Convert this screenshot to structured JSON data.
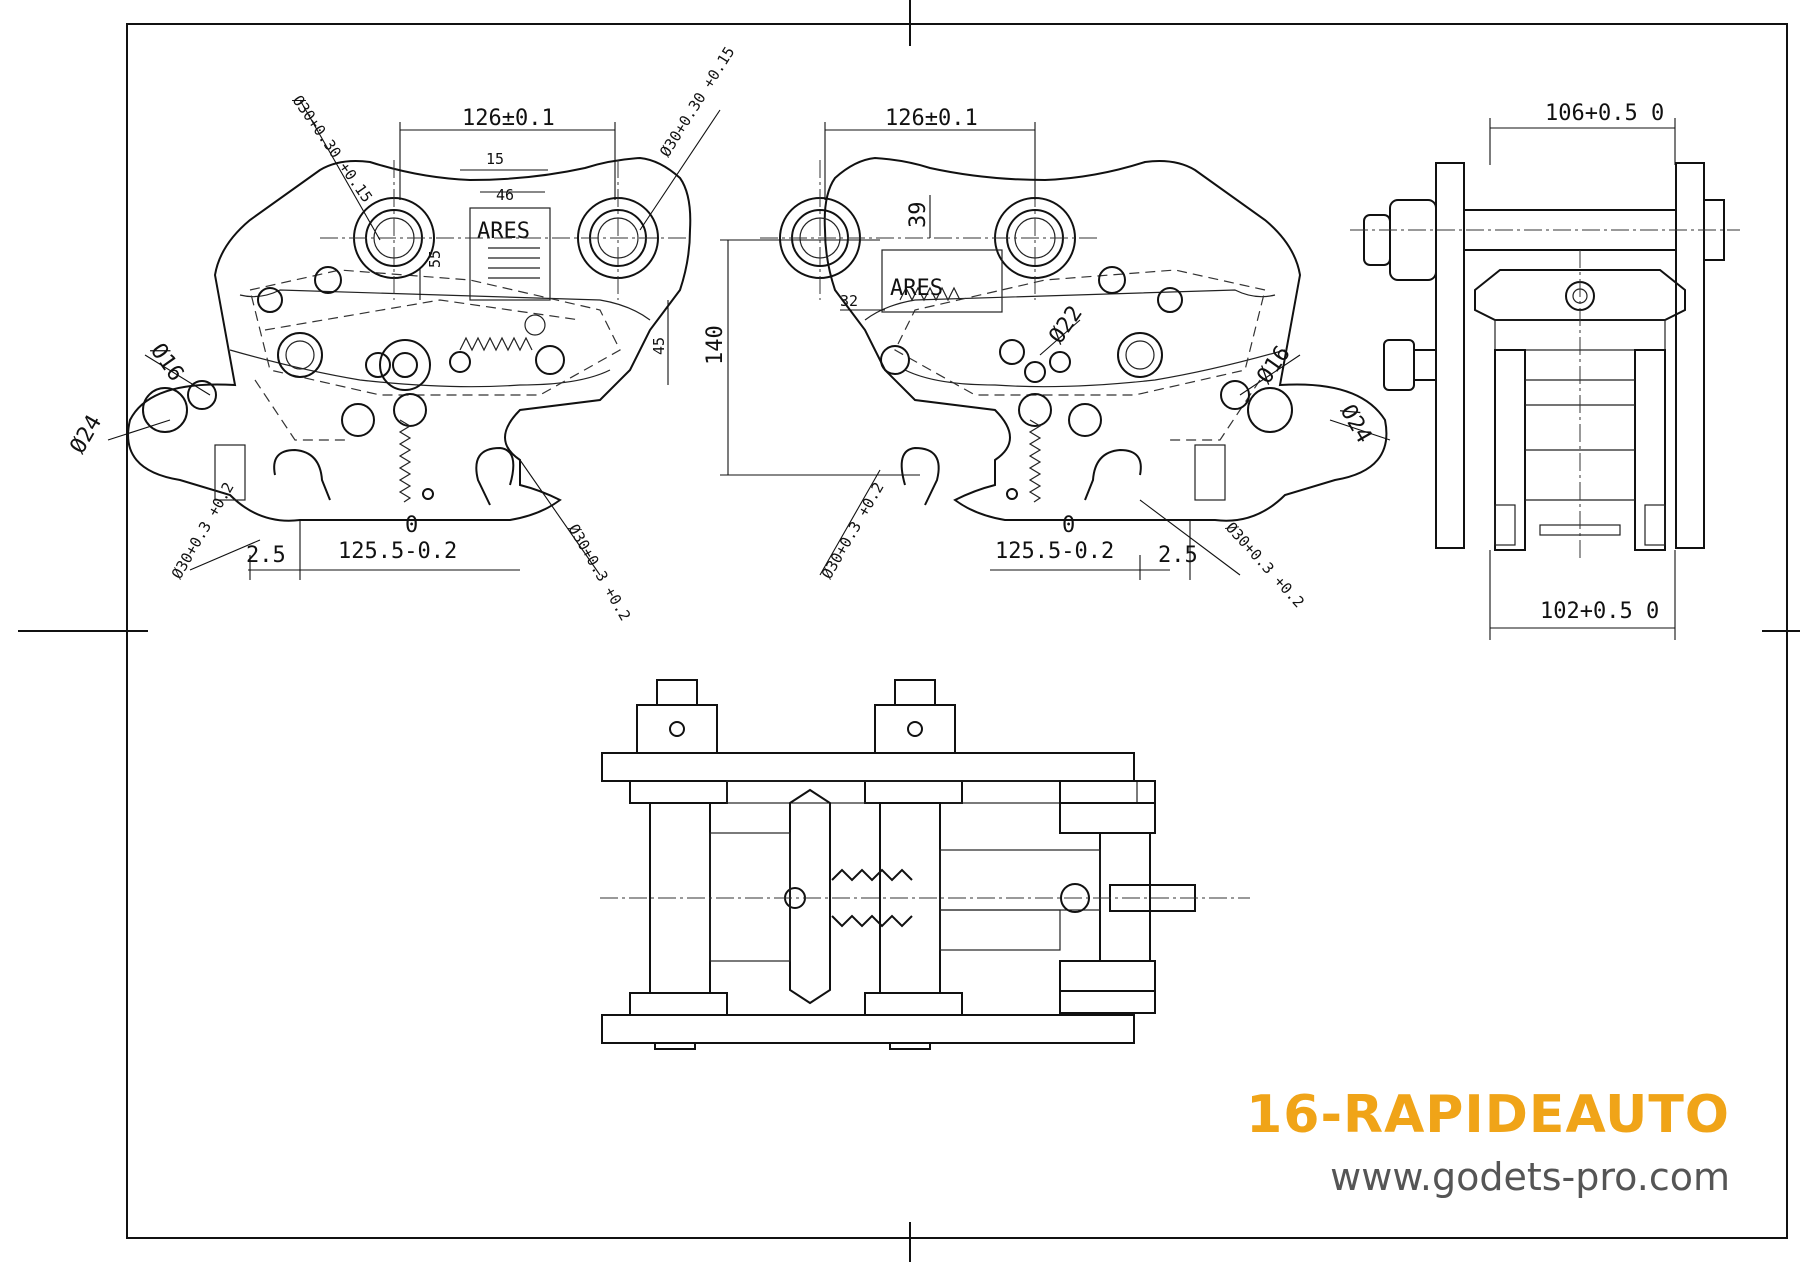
{
  "brand": {
    "name": "16-RAPIDEAUTO",
    "url": "www.godets-pro.com",
    "accent_color": "#f0a418"
  },
  "plate_logo": "ARES",
  "views": {
    "left_side": {
      "pin_spacing": "126±0.1",
      "pin_left_dia": "Ø30+0.30 +0.15",
      "pin_right_dia": "Ø30+0.30 +0.15",
      "dim_15": "15",
      "dim_46": "46",
      "dim_55": "55",
      "dim_45": "45",
      "hole_dia_16": "Ø16",
      "hole_dia_24": "Ø24",
      "hook_left_dia": "Ø30+0.3 +0.2",
      "hook_right_dia": "Ø30+0.3 +0.2",
      "dim_2_5": "2.5",
      "dim_125_5": "125.5-0.2",
      "dim_zero": "0"
    },
    "right_side": {
      "pin_spacing": "126±0.1",
      "dim_39": "39",
      "dim_140": "140",
      "dim_32": "32",
      "hole_dia_22": "Ø22",
      "hole_dia_16": "Ø16",
      "hole_dia_24": "Ø24",
      "hook_left_dia": "Ø30+0.3 +0.2",
      "hook_right_dia": "Ø30+0.3 +0.2",
      "dim_125_5": "125.5-0.2",
      "dim_2_5": "2.5",
      "dim_zero": "0"
    },
    "end_view": {
      "top_width": "106+0.5 0",
      "bottom_width": "102+0.5 0"
    }
  }
}
